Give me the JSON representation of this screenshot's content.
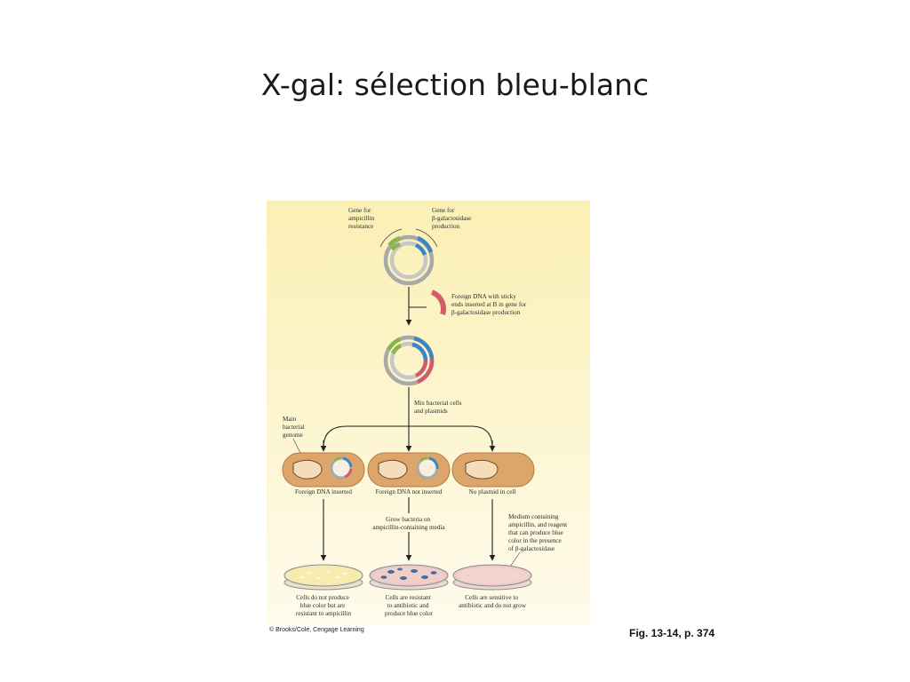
{
  "slide": {
    "title": "X-gal: sélection bleu-blanc"
  },
  "figure": {
    "label_amp_gene": [
      "Gene for",
      "ampicillin",
      "resistance"
    ],
    "label_bgal_gene": [
      "Gene for",
      "β-galactosidase",
      "production"
    ],
    "label_foreign_dna": [
      "Foreign DNA with sticky",
      "ends inserted at B in gene for",
      "β-galactosidase production"
    ],
    "label_mix": [
      "Mix bacterial cells",
      "and plasmids"
    ],
    "label_main_genome": [
      "Main",
      "bacterial",
      "genome"
    ],
    "cell_labels": [
      "Foreign DNA inserted",
      "Foreign DNA not inserted",
      "No plasmid in cell"
    ],
    "label_grow": [
      "Grow bacteria on",
      "ampicillin-containing media"
    ],
    "label_medium": [
      "Medium containing",
      "ampicillin, and reagent",
      "that can produce blue",
      "color in the presence",
      "of β-galactosidase"
    ],
    "result_left": [
      "Cells do not produce",
      "blue color but are",
      "resistant to ampicillin"
    ],
    "result_middle": [
      "Cells are resistant",
      "to antibiotic and",
      "produce blue color"
    ],
    "result_right": [
      "Cells are sensitive to",
      "antibiotic and do not grow"
    ],
    "colors": {
      "green": "#8ab648",
      "blue": "#3d86c6",
      "red": "#d25a6a",
      "cell": "#dca66a",
      "blue_colony": "#4a6a9e"
    }
  },
  "footer": {
    "copyright": "© Brooks/Cole, Cengage Learning",
    "fig_ref": "Fig. 13-14, p. 374"
  }
}
